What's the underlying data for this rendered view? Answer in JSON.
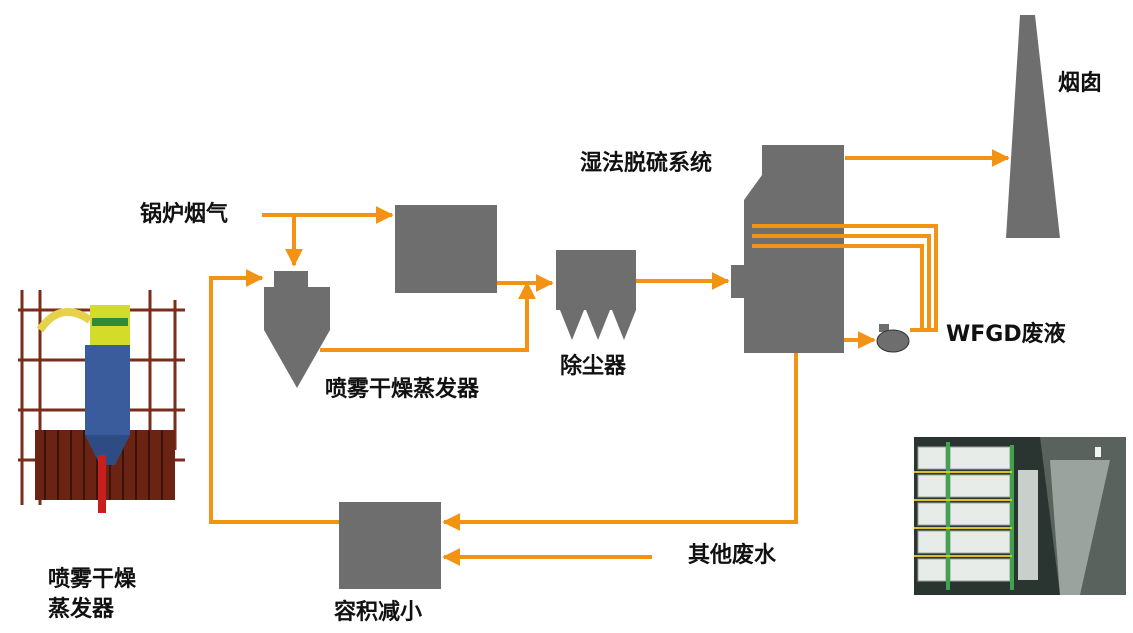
{
  "labels": {
    "chimney": "烟囱",
    "wfgd": "湿法脱硫系统",
    "boiler_flue_gas": "锅炉烟气",
    "spray_dryer": "喷雾干燥蒸发器",
    "dust_collector": "除尘器",
    "wfgd_wastewater": "WFGD废液",
    "other_wastewater": "其他废水",
    "volume_reduction": "容积减小",
    "photo_spray_dryer": "喷雾干燥\n蒸发器"
  },
  "colors": {
    "arrow": "#f39314",
    "equipment": "#6e6e6e",
    "text": "#111111"
  },
  "icons": {
    "photo_left": "spray-dryer-photo",
    "photo_right": "membrane-plant-photo"
  }
}
